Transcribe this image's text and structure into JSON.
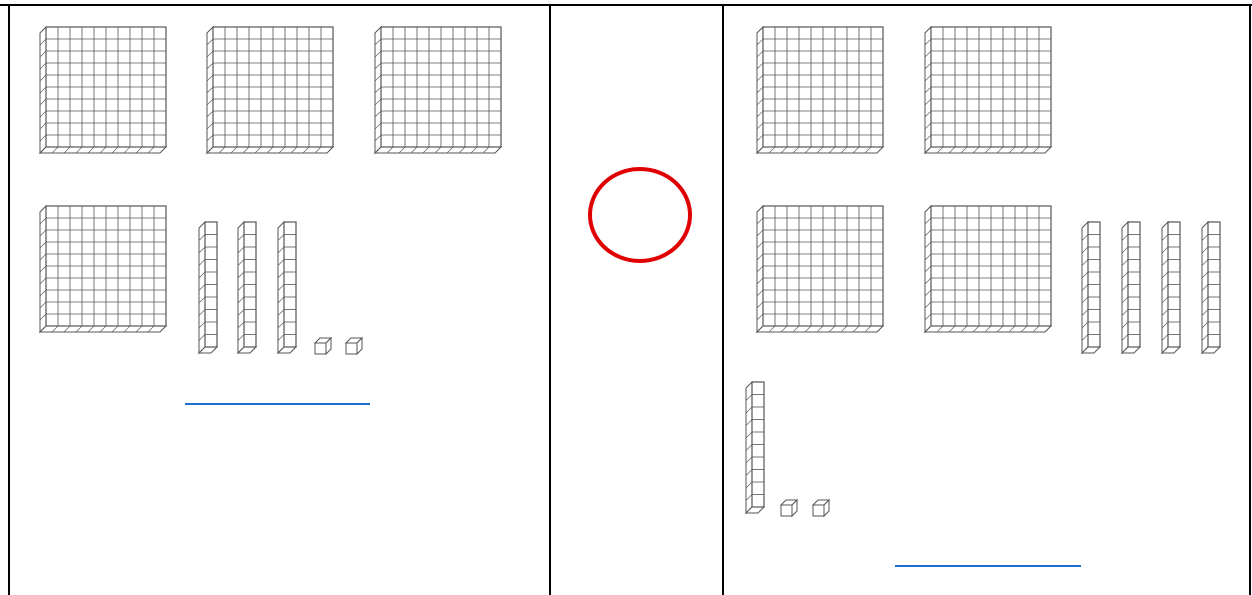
{
  "layout": {
    "columns": [
      "left-panel",
      "comparison-panel",
      "right-panel"
    ]
  },
  "left_panel": {
    "hundreds": 4,
    "tens": 3,
    "ones": 2,
    "answer_value": ""
  },
  "comparison": {
    "symbol_value": "",
    "circle_color": "#e00000"
  },
  "right_panel": {
    "hundreds": 4,
    "tens": 5,
    "ones": 2,
    "answer_value": ""
  },
  "colors": {
    "border": "#000000",
    "block_line": "#555555",
    "answer_line": "#1f6fd1"
  }
}
